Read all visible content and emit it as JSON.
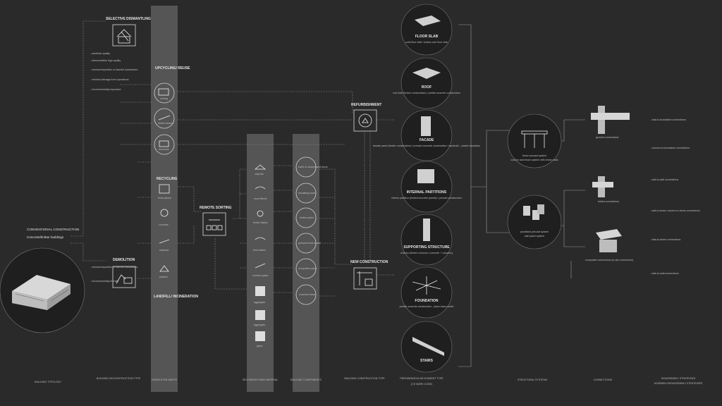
{
  "typology": {
    "heading": "CONVENTIONAL CONSTRUCTION",
    "sub": "Concrete/timber buildings"
  },
  "selective": {
    "title": "SELECTIVE DISMANTLING",
    "notes": [
      "- aesthetic quality",
      "- demonstrable high quality",
      "- minimal impurities or harmful substances",
      "- minimal damage from operations",
      "- environmentally important"
    ]
  },
  "demolition": {
    "title": "DEMOLITION",
    "notes": [
      "- minimal impurities or harmful substances",
      "- environmentally friendly"
    ]
  },
  "waste": {
    "upcycling": "UPCYCLING/ REUSE",
    "recycling": "RECYCLING",
    "landfill": "LANDFILL/ INCINERATION",
    "items": [
      "roofing",
      "timber beams",
      "formwork",
      "brick pieces",
      "concrete",
      "sawdust",
      "plastics"
    ]
  },
  "sorting": {
    "title": "REMOTE SORTING"
  },
  "materials": {
    "items": [
      "clay bits",
      "wood fibres",
      "timber flakes",
      "brick flakes",
      "crushed glass",
      "aggregate",
      "aggregate",
      "glass"
    ]
  },
  "components": {
    "items": [
      "earth & compressed block",
      "insulating board",
      "timber panel",
      "pressed brick board",
      "composite panel",
      "concrete block"
    ]
  },
  "construction": {
    "refurb": "REFURBISHMENT",
    "new": "NEW CONSTRUCTION"
  },
  "elements": [
    {
      "title": "FLOOR SLAB",
      "sub": "solid floor slab / hollow core floor slab"
    },
    {
      "title": "ROOF",
      "sub": "roof slab (timber construction) / prefab concrete construction"
    },
    {
      "title": "FACADE",
      "sub": "facade panel (timber construction) / precast concrete construction / sandwich - plastic insulation"
    },
    {
      "title": "INTERNAL PARTITIONS",
      "sub": "interior partition (timber/concrete panels) / precast construction"
    },
    {
      "title": "SUPPORTING STRUCTURE",
      "sub": "exterior (timber columns / concrete + columns)"
    },
    {
      "title": "FOUNDATION",
      "sub": "prefab concrete construction - place base model"
    },
    {
      "title": "STAIRS",
      "sub": ""
    }
  ],
  "systems": [
    {
      "title": "frame precast system",
      "sub": "column and beam system with shear walls"
    },
    {
      "title": "panelised precast system",
      "sub": "wall panel system"
    }
  ],
  "connection_labels": [
    "grouted connections",
    "bolted connections",
    "composite connections (in-situ connection)"
  ],
  "strategies": [
    "- wall-to-foundation connections",
    "- column-to-foundation connections",
    "- wall-to-wall connections",
    "- wall-to-beam; column-to-beam connections",
    "- slab-to-beam connections",
    "- slab-to-wall connections"
  ],
  "footer": {
    "typology": "BUILDING TYPOLOGY",
    "deconstruction": "BUILDING DECONSTRUCTION TYPE",
    "waste": "DEMOLITION WASTE",
    "secondary": "SECONDARY RAW MATERIAL",
    "components": "BUILDING COMPONENTS",
    "construction": "BUILDING CONSTRUCTION TYPE",
    "prefab": "PREFAB/MODULAR ELEMENT TYPE",
    "prefab_sub": "(CE MARK CODE)",
    "structural": "STRUCTURAL SYSTEMS",
    "connections": "CONNECTIONS",
    "disassembly": "DISASSEMBLY STRATEGIES",
    "disassembly_sub": "ASSEMBLY/DISASSEMBLY STRATEGIES"
  }
}
